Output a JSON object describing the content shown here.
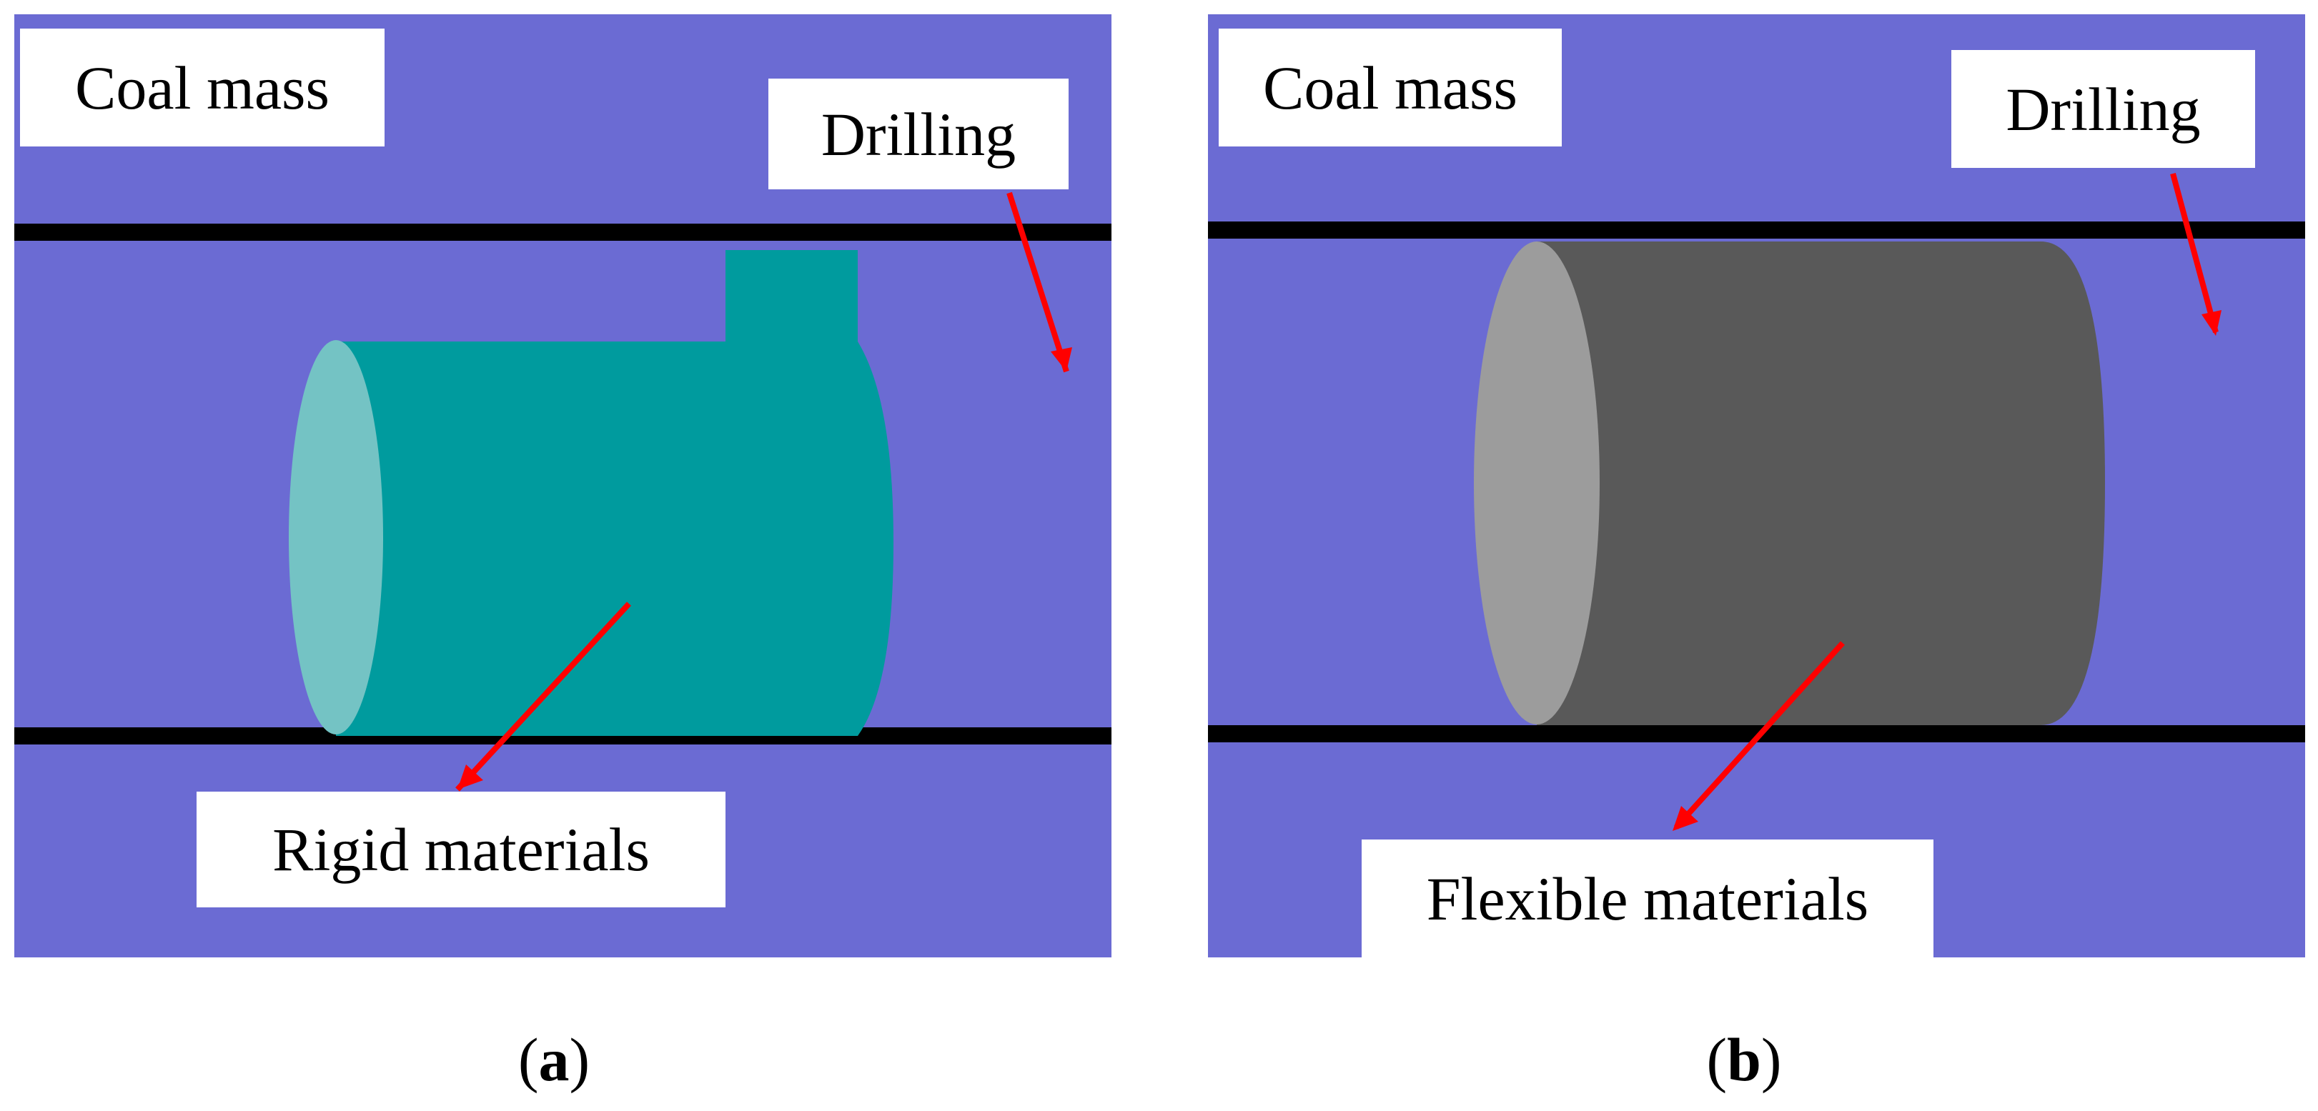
{
  "colors": {
    "coal_mass": "#6b6bd3",
    "borehole_line": "#000000",
    "rigid_body": "#009b9e",
    "rigid_face": "#74c3c4",
    "flexible_body": "#595959",
    "flexible_face": "#9c9c9c",
    "arrow": "#ff0000",
    "label_bg": "#ffffff"
  },
  "panel_a": {
    "coal_mass_label": "Coal mass",
    "drilling_label": "Drilling",
    "material_label": "Rigid materials",
    "caption_open": "(",
    "caption_letter": "a",
    "caption_close": ")"
  },
  "panel_b": {
    "coal_mass_label": "Coal mass",
    "drilling_label": "Drilling",
    "material_label": "Flexible materials",
    "caption_open": "(",
    "caption_letter": "b",
    "caption_close": ")"
  }
}
